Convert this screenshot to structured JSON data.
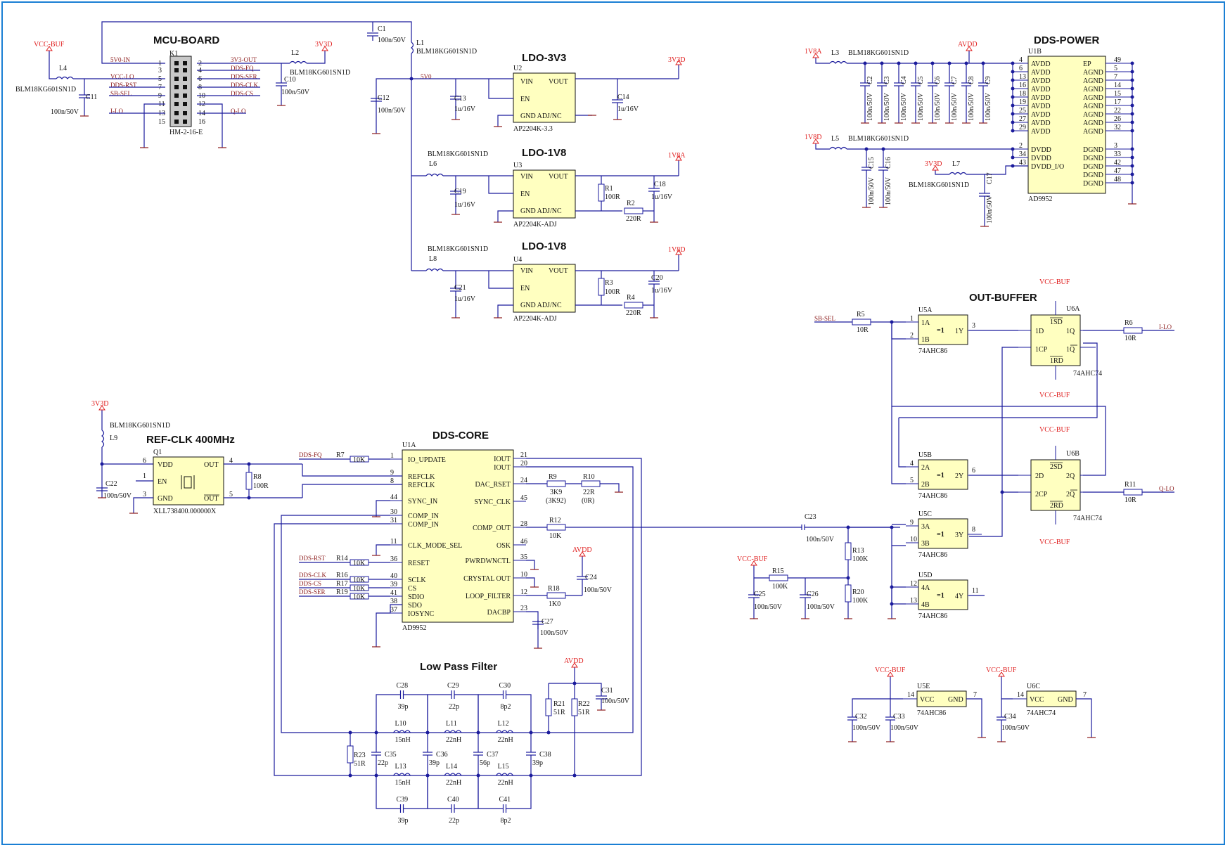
{
  "sections": {
    "mcu_board": "MCU-BOARD",
    "ldo_3v3": "LDO-3V3",
    "ldo_1v8a": "LDO-1V8",
    "ldo_1v8d": "LDO-1V8",
    "dds_power": "DDS-POWER",
    "out_buffer": "OUT-BUFFER",
    "ref_clk": "REF-CLK 400MHz",
    "dds_core": "DDS-CORE",
    "low_pass_filter": "Low Pass Filter"
  },
  "power_nets": {
    "vcc_buf": "VCC-BUF",
    "v3v3d": "3V3D",
    "avdd": "AVDD",
    "v1v8a": "1V8A",
    "v1v8d": "1V8D"
  },
  "net_labels": {
    "v5v0_in": "5V0-IN",
    "vcc_lo": "VCC-LO",
    "dds_rst": "DDS-RST",
    "sb_sel": "SB-SEL",
    "i_lo": "I-LO",
    "v3v3_out": "3V3-OUT",
    "dds_fq": "DDS-FQ",
    "dds_ser": "DDS-SER",
    "dds_clk": "DDS-CLK",
    "dds_cs": "DDS-CS",
    "q_lo": "Q-LO",
    "v5v0": "5V0"
  },
  "mcu": {
    "k1_ref": "K1",
    "k1_val": "HM-2-16-E",
    "pins_left": [
      "1",
      "3",
      "5",
      "7",
      "9",
      "11",
      "13",
      "15"
    ],
    "pins_right": [
      "2",
      "4",
      "6",
      "8",
      "10",
      "12",
      "14",
      "16"
    ],
    "l4_ref": "L4",
    "l4_val": "BLM18KG601SN1D",
    "c11_ref": "C11",
    "c11_val": "100n/50V",
    "l2_ref": "L2",
    "l2_val": "BLM18KG601SN1D",
    "c10_ref": "C10",
    "c10_val": "100n/50V",
    "c1_ref": "C1",
    "c1_val": "100n/50V",
    "l1_ref": "L1",
    "l1_val": "BLM18KG601SN1D",
    "c12_ref": "C12",
    "c12_val": "100n/50V"
  },
  "ldo": {
    "u2_ref": "U2",
    "u2_val": "AP2204K-3.3",
    "u3_ref": "U3",
    "u3_val": "AP2204K-ADJ",
    "u4_ref": "U4",
    "u4_val": "AP2204K-ADJ",
    "vin": "VIN",
    "vout": "VOUT",
    "en": "EN",
    "gnd_adj": "GND  ADJ/NC",
    "c13_ref": "C13",
    "c13_val": "1u/16V",
    "c14_ref": "C14",
    "c14_val": "1u/16V",
    "c19_ref": "C19",
    "c19_val": "1u/16V",
    "c18_ref": "C18",
    "c18_val": "1u/16V",
    "c21_ref": "C21",
    "c21_val": "1u/16V",
    "c20_ref": "C20",
    "c20_val": "1u/16V",
    "l6_ref": "L6",
    "l6_val": "BLM18KG601SN1D",
    "l8_ref": "L8",
    "l8_val": "BLM18KG601SN1D",
    "r1_ref": "R1",
    "r1_val": "100R",
    "r2_ref": "R2",
    "r2_val": "220R",
    "r3_ref": "R3",
    "r3_val": "100R",
    "r4_ref": "R4",
    "r4_val": "220R"
  },
  "dds_power": {
    "u1b_ref": "U1B",
    "u1b_val": "AD9952",
    "l3_ref": "L3",
    "l3_val": "BLM18KG601SN1D",
    "l5_ref": "L5",
    "l5_val": "BLM18KG601SN1D",
    "l7_ref": "L7",
    "l7_val": "BLM18KG601SN1D",
    "caps_a": [
      "C2",
      "C3",
      "C4",
      "C5",
      "C6",
      "C7",
      "C8",
      "C9"
    ],
    "caps_d": [
      "C15",
      "C16"
    ],
    "c17_ref": "C17",
    "cap_val": "100n/50V",
    "left_pins": [
      [
        "4",
        "AVDD"
      ],
      [
        "6",
        "AVDD"
      ],
      [
        "13",
        "AVDD"
      ],
      [
        "16",
        "AVDD"
      ],
      [
        "18",
        "AVDD"
      ],
      [
        "19",
        "AVDD"
      ],
      [
        "25",
        "AVDD"
      ],
      [
        "27",
        "AVDD"
      ],
      [
        "29",
        "AVDD"
      ],
      [
        "2",
        "DVDD"
      ],
      [
        "34",
        "DVDD"
      ],
      [
        "43",
        "DVDD_I/O"
      ]
    ],
    "right_pins": [
      [
        "49",
        "EP"
      ],
      [
        "5",
        "AGND"
      ],
      [
        "7",
        "AGND"
      ],
      [
        "14",
        "AGND"
      ],
      [
        "15",
        "AGND"
      ],
      [
        "17",
        "AGND"
      ],
      [
        "22",
        "AGND"
      ],
      [
        "26",
        "AGND"
      ],
      [
        "32",
        "AGND"
      ],
      [
        "3",
        "DGND"
      ],
      [
        "33",
        "DGND"
      ],
      [
        "42",
        "DGND"
      ],
      [
        "47",
        "DGND"
      ],
      [
        "48",
        "DGND"
      ]
    ]
  },
  "ref_clk": {
    "q1_ref": "Q1",
    "q1_val": "XLL738400.000000X",
    "l9_ref": "L9",
    "l9_val": "BLM18KG601SN1D",
    "c22_ref": "C22",
    "c22_val": "100n/50V",
    "r8_ref": "R8",
    "r8_val": "100R",
    "vdd": "VDD",
    "en": "EN",
    "gnd": "GND",
    "out": "OUT",
    "outn": "OUT"
  },
  "dds_core": {
    "u1a_ref": "U1A",
    "u1a_val": "AD9952",
    "left_pins": [
      [
        "1",
        "IO_UPDATE"
      ],
      [
        "9",
        "REFCLK"
      ],
      [
        "8",
        "REFCLK"
      ],
      [
        "44",
        "SYNC_IN"
      ],
      [
        "30",
        "COMP_IN"
      ],
      [
        "31",
        "COMP_IN"
      ],
      [
        "11",
        "CLK_MODE_SEL"
      ],
      [
        "36",
        "RESET"
      ],
      [
        "40",
        "SCLK"
      ],
      [
        "39",
        "CS"
      ],
      [
        "41",
        "SDIO"
      ],
      [
        "38",
        "SDO"
      ],
      [
        "37",
        "IOSYNC"
      ]
    ],
    "right_pins": [
      [
        "21",
        "IOUT"
      ],
      [
        "20",
        "IOUT"
      ],
      [
        "24",
        "DAC_RSET"
      ],
      [
        "45",
        "SYNC_CLK"
      ],
      [
        "28",
        "COMP_OUT"
      ],
      [
        "46",
        "OSK"
      ],
      [
        "35",
        "PWRDWNCTL"
      ],
      [
        "10",
        "CRYSTAL OUT"
      ],
      [
        "12",
        "LOOP_FILTER"
      ],
      [
        "23",
        "DACBP"
      ]
    ],
    "r7": "R7",
    "r14": "R14",
    "r16": "R16",
    "r17": "R17",
    "r19": "R19",
    "r10k": "10K",
    "r9_ref": "R9",
    "r9_val": "3K9",
    "r9_alt": "(3K92)",
    "r10_ref": "R10",
    "r10_val": "22R",
    "r10_alt": "(0R)",
    "r12_ref": "R12",
    "r12_val": "10K",
    "r18_ref": "R18",
    "r18_val": "1K0",
    "c24_ref": "C24",
    "c24_val": "100n/50V",
    "c27_ref": "C27",
    "c27_val": "100n/50V",
    "c23_ref": "C23",
    "c23_val": "100n/50V",
    "r13_ref": "R13",
    "r13_val": "100K",
    "r20_ref": "R20",
    "r20_val": "100K",
    "r15_ref": "R15",
    "r15_val": "100K",
    "c25_ref": "C25",
    "c25_val": "100n/50V",
    "c26_ref": "C26",
    "c26_val": "100n/50V"
  },
  "lpf": {
    "top_caps": [
      [
        "C28",
        "39p"
      ],
      [
        "C29",
        "22p"
      ],
      [
        "C30",
        "8p2"
      ]
    ],
    "bot_caps": [
      [
        "C39",
        "39p"
      ],
      [
        "C40",
        "22p"
      ],
      [
        "C41",
        "8p2"
      ]
    ],
    "top_inds": [
      [
        "L10",
        "15nH"
      ],
      [
        "L11",
        "22nH"
      ],
      [
        "L12",
        "22nH"
      ]
    ],
    "bot_inds": [
      [
        "L13",
        "15nH"
      ],
      [
        "L14",
        "22nH"
      ],
      [
        "L15",
        "22nH"
      ]
    ],
    "shunt": [
      [
        "C35",
        "22p"
      ],
      [
        "C36",
        "39p"
      ],
      [
        "C37",
        "56p"
      ],
      [
        "C38",
        "39p"
      ]
    ],
    "r21_ref": "R21",
    "r21_val": "51R",
    "r22_ref": "R22",
    "r22_val": "51R",
    "r23_ref": "R23",
    "r23_val": "51R",
    "c31_ref": "C31",
    "c31_val": "100n/50V"
  },
  "out_buffer": {
    "u5a": "U5A",
    "u5b": "U5B",
    "u5c": "U5C",
    "u5d": "U5D",
    "u5e": "U5E",
    "u6a": "U6A",
    "u6b": "U6B",
    "u6c": "U6C",
    "xor_part": "74AHC86",
    "ff_part": "74AHC74",
    "xor_sym": "=1",
    "r5_ref": "R5",
    "r5_val": "10R",
    "r6_ref": "R6",
    "r6_val": "10R",
    "r11_ref": "R11",
    "r11_val": "10R",
    "c32_ref": "C32",
    "c33_ref": "C33",
    "c34_ref": "C34",
    "cap_val": "100n/50V",
    "vcc": "VCC",
    "gnd": "GND"
  }
}
